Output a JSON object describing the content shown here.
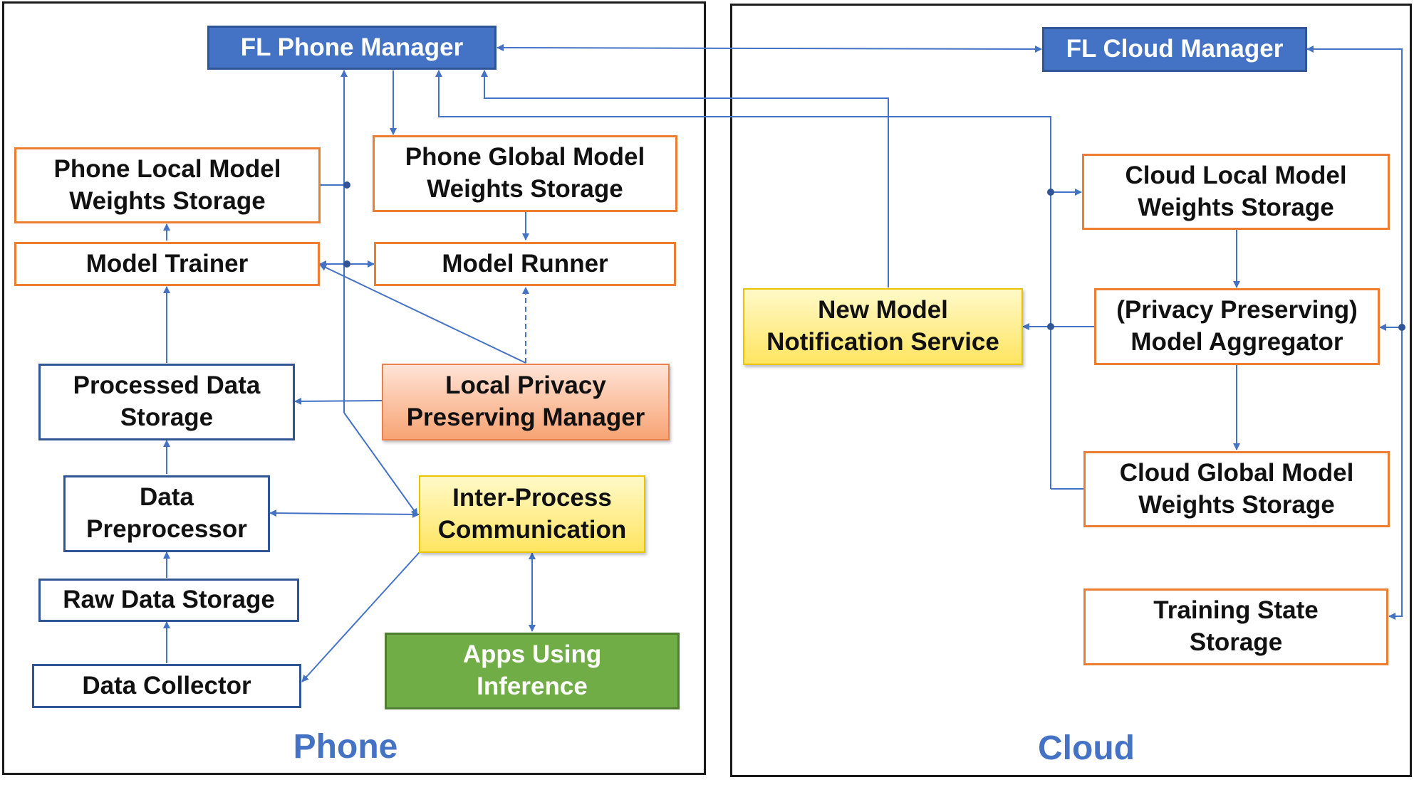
{
  "panels": {
    "phone": {
      "label": "Phone"
    },
    "cloud": {
      "label": "Cloud"
    }
  },
  "nodes": {
    "fl_phone_manager": "FL Phone Manager",
    "fl_cloud_manager": "FL Cloud Manager",
    "phone_local_storage": "Phone Local Model\nWeights Storage",
    "phone_global_storage": "Phone Global Model\nWeights Storage",
    "model_trainer": "Model Trainer",
    "model_runner": "Model Runner",
    "processed_data_storage": "Processed Data\nStorage",
    "local_privacy_manager": "Local Privacy\nPreserving Manager",
    "data_preprocessor": "Data\nPreprocessor",
    "inter_process_comm": "Inter-Process\nCommunication",
    "raw_data_storage": "Raw Data Storage",
    "data_collector": "Data Collector",
    "apps_using_inference": "Apps Using\nInference",
    "new_model_notification": "New Model\nNotification Service",
    "cloud_local_storage": "Cloud Local Model\nWeights Storage",
    "model_aggregator": "(Privacy Preserving)\nModel Aggregator",
    "cloud_global_storage": "Cloud Global Model\nWeights Storage",
    "training_state_storage": "Training State\nStorage"
  },
  "colors": {
    "edge": "#4472c4",
    "blue_border": "#2f5597",
    "orange_border": "#ed7d31",
    "manager_fill": "#4472c4",
    "notification_fill": "#ffe561",
    "privacy_fill": "#f7a373",
    "apps_fill": "#70ad47"
  }
}
